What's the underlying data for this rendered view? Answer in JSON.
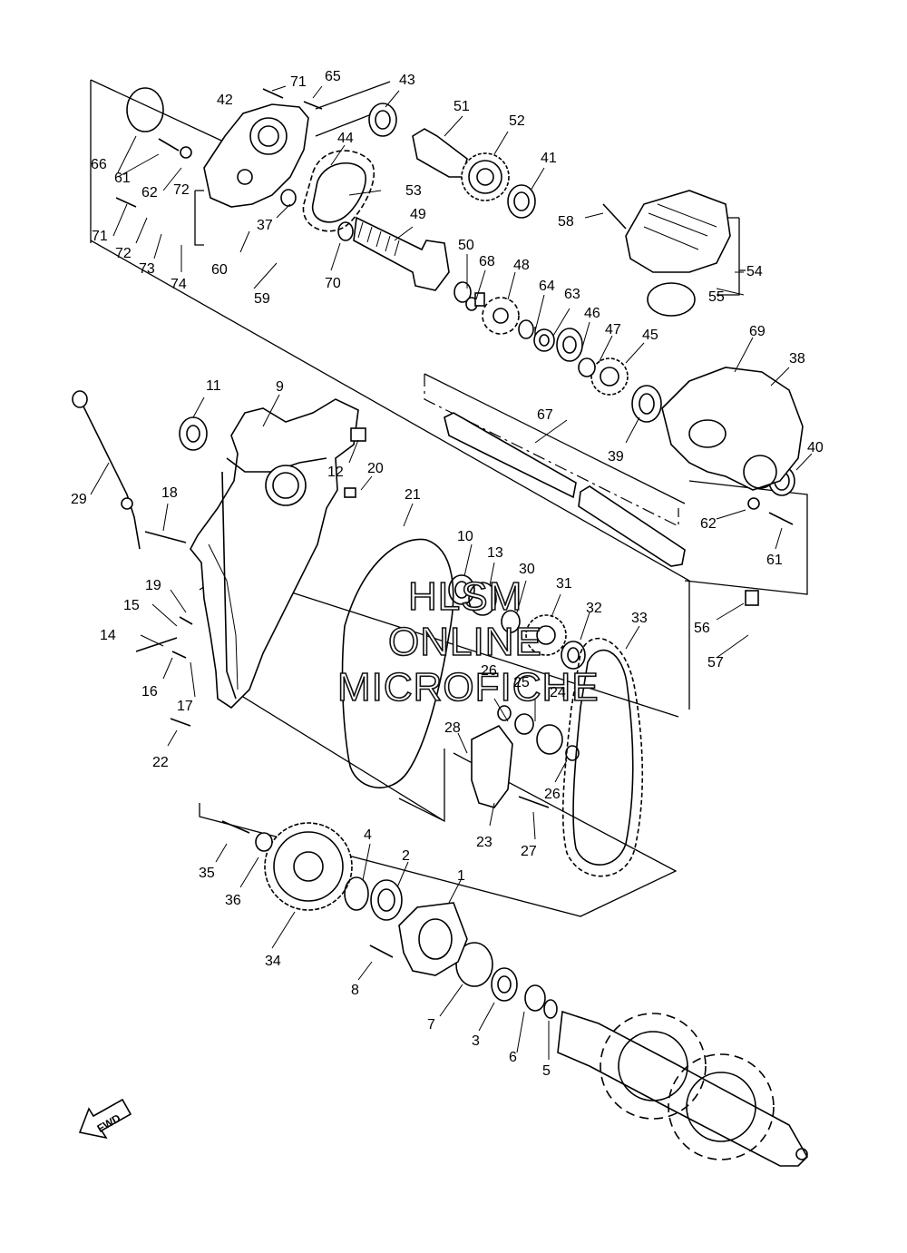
{
  "watermark": {
    "line1": "HLSM",
    "line2": "ONLINE",
    "line3": "MICROFICHE"
  },
  "fwd_label": "FWD",
  "callouts": {
    "p1": "1",
    "p2": "2",
    "p3": "3",
    "p4": "4",
    "p5": "5",
    "p6": "6",
    "p7": "7",
    "p8": "8",
    "p9": "9",
    "p10": "10",
    "p11": "11",
    "p12": "12",
    "p13": "13",
    "p14": "14",
    "p15": "15",
    "p16": "16",
    "p17": "17",
    "p18": "18",
    "p19": "19",
    "p20": "20",
    "p21": "21",
    "p22": "22",
    "p23": "23",
    "p24": "24",
    "p25": "25",
    "p26a": "26",
    "p26b": "26",
    "p27": "27",
    "p28": "28",
    "p29": "29",
    "p30": "30",
    "p31": "31",
    "p32": "32",
    "p33": "33",
    "p34": "34",
    "p35": "35",
    "p36": "36",
    "p37": "37",
    "p38": "38",
    "p39": "39",
    "p40": "40",
    "p41": "41",
    "p42": "42",
    "p43": "43",
    "p44": "44",
    "p45": "45",
    "p46": "46",
    "p47": "47",
    "p48": "48",
    "p49": "49",
    "p50": "50",
    "p51": "51",
    "p52": "52",
    "p53": "53",
    "p54": "54",
    "p55": "55",
    "p56": "56",
    "p57": "57",
    "p58": "58",
    "p59": "59",
    "p60": "60",
    "p61a": "61",
    "p61b": "61",
    "p62a": "62",
    "p62b": "62",
    "p63": "63",
    "p64": "64",
    "p65": "65",
    "p66": "66",
    "p67": "67",
    "p68": "68",
    "p69": "69",
    "p70": "70",
    "p71a": "71",
    "p71b": "71",
    "p72a": "72",
    "p72b": "72",
    "p73": "73",
    "p74": "74"
  }
}
